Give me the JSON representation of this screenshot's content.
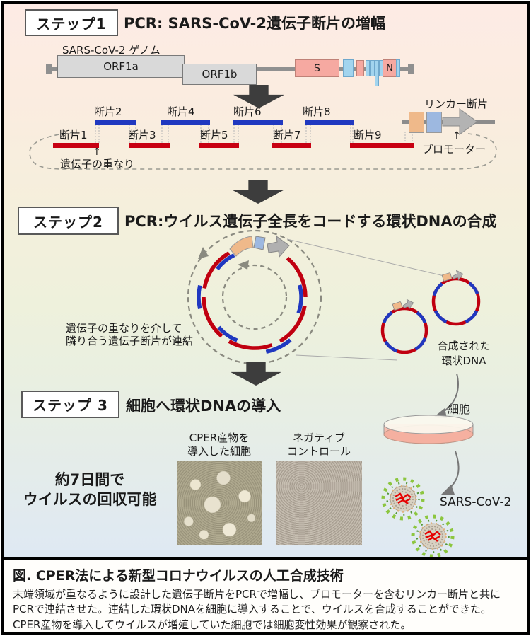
{
  "steps": [
    {
      "label": "ステップ1",
      "title": "PCR: SARS-CoV-2遺伝子断片の増幅"
    },
    {
      "label": "ステップ2",
      "title": "PCR:ウイルス遺伝子全長をコードする環状DNAの合成"
    },
    {
      "label": "ステップ 3",
      "title": "細胞へ環状DNAの導入"
    }
  ],
  "genome": {
    "label": "SARS-CoV-2 ゲノム",
    "orf1a": "ORF1a",
    "orf1b": "ORF1b",
    "s_gene": "S",
    "n_gene": "N"
  },
  "fragments": {
    "top_row": [
      "断片2",
      "断片4",
      "断片6",
      "断片8"
    ],
    "bottom_row": [
      "断片1",
      "断片3",
      "断片5",
      "断片7",
      "断片9"
    ],
    "overlap_arrow": "↑",
    "overlap_note": "遺伝子の重なり",
    "linker_label": "リンカー断片",
    "promoter_arrow": "↑",
    "promoter_label": "プロモーター"
  },
  "step2": {
    "note_line1": "遺伝子の重なりを介して",
    "note_line2": "隣り合う遺伝子断片が連結",
    "product_line1": "合成された",
    "product_line2": "環状DNA"
  },
  "step3": {
    "cell_label": "細胞",
    "photo1_line1": "CPER産物を",
    "photo1_line2": "導入した細胞",
    "photo2_line1": "ネガティブ",
    "photo2_line2": "コントロール",
    "recovery_line1": "約7日間で",
    "recovery_line2": "ウイルスの回収可能",
    "virus_label": "SARS-CoV-2"
  },
  "caption": {
    "title": "図. CPER法による新型コロナウイルスの人工合成技術",
    "body": "末端領域が重なるように設計した遺伝子断片をPCRで増幅し、プロモーターを含むリンカー断片と共にPCRで連結させた。連結した環状DNAを細胞に導入することで、ウイルスを合成することができた。CPER産物を導入してウイルスが増殖していた細胞では細胞変性効果が観察された。"
  },
  "colors": {
    "fragment_red": "#c80012",
    "fragment_blue": "#2038c0",
    "genome_gray": "#d9d9d9",
    "gene_pink": "#f6a9a1",
    "gene_blue": "#a2d4ee",
    "linker_orange": "#efb98a",
    "linker_blue": "#9db8e0",
    "block_arrow_gray": "#3d3d3d",
    "dish_pink": "#f5b2a2",
    "virus_green": "#8cc63f"
  }
}
